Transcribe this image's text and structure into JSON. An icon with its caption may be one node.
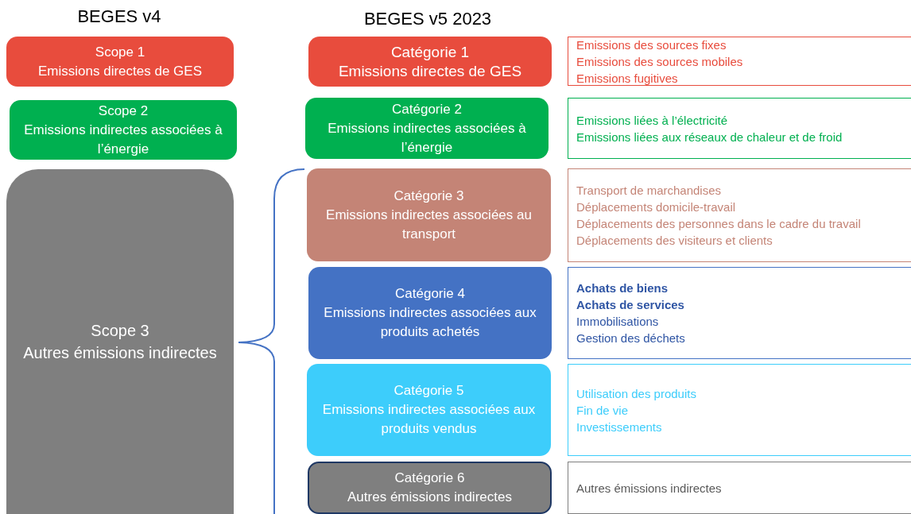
{
  "diagram": {
    "labels": [
      "BEGES v4",
      "BEGES v5 2023"
    ],
    "nodes": [
      {
        "text": [
          "Scope 1",
          "Emissions directes de GES"
        ]
      },
      {
        "text": [
          "Scope 2",
          "Emissions indirectes associées à l’énergie"
        ]
      },
      {
        "text": [
          "Scope 3",
          "Autres émissions indirectes"
        ]
      },
      {
        "text": [
          "Catégorie 1",
          "Emissions directes de GES"
        ]
      },
      {
        "text": [
          "Catégorie 2",
          "Emissions indirectes associées à l’énergie"
        ]
      },
      {
        "text": [
          "Catégorie 3",
          "Emissions indirectes associées au transport"
        ]
      },
      {
        "text": [
          "Catégorie 4",
          "Emissions indirectes associées aux produits achetés"
        ]
      },
      {
        "text": [
          "Catégorie 5",
          "Emissions indirectes associées aux produits vendus"
        ]
      },
      {
        "text": [
          "Catégorie 6",
          "Autres émissions indirectes"
        ]
      },
      {
        "text": [
          "Emissions des sources fixes",
          "Emissions des sources mobiles",
          "Emissions fugitives"
        ]
      },
      {
        "text": [
          "Emissions liées à l’électricité",
          "Emissions liées aux réseaux de chaleur et de froid"
        ]
      },
      {
        "text": [
          "Transport de marchandises",
          "Déplacements domicile-travail",
          "Déplacements des personnes dans le cadre du travail",
          "Déplacements des visiteurs et clients"
        ]
      },
      {
        "text": [
          "**Achats de biens**",
          "**Achats de services**",
          "Immobilisations",
          "Gestion des déchets"
        ]
      },
      {
        "text": [
          "Utilisation des produits",
          "Fin de vie",
          "Investissements"
        ]
      },
      {
        "text": [
          "Autres émissions indirectes"
        ]
      }
    ],
    "edges": []
  }
}
